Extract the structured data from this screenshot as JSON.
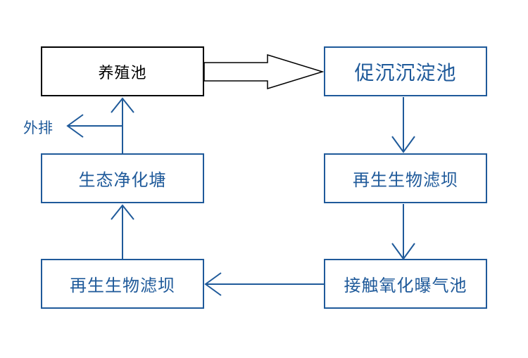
{
  "diagram": {
    "nodes": {
      "aquaculture_pond": "养殖池",
      "settling_pond": "促沉沉淀池",
      "biofilter_dam_right": "再生生物滤坝",
      "contact_aeration_pond": "接触氧化曝气池",
      "biofilter_dam_left": "再生生物滤坝",
      "eco_purification_pond": "生态净化塘"
    },
    "discharge_label": "外排"
  },
  "colors": {
    "line": "#1f5a9a",
    "text": "#1f5a9a",
    "primary_box_border": "#000000"
  }
}
